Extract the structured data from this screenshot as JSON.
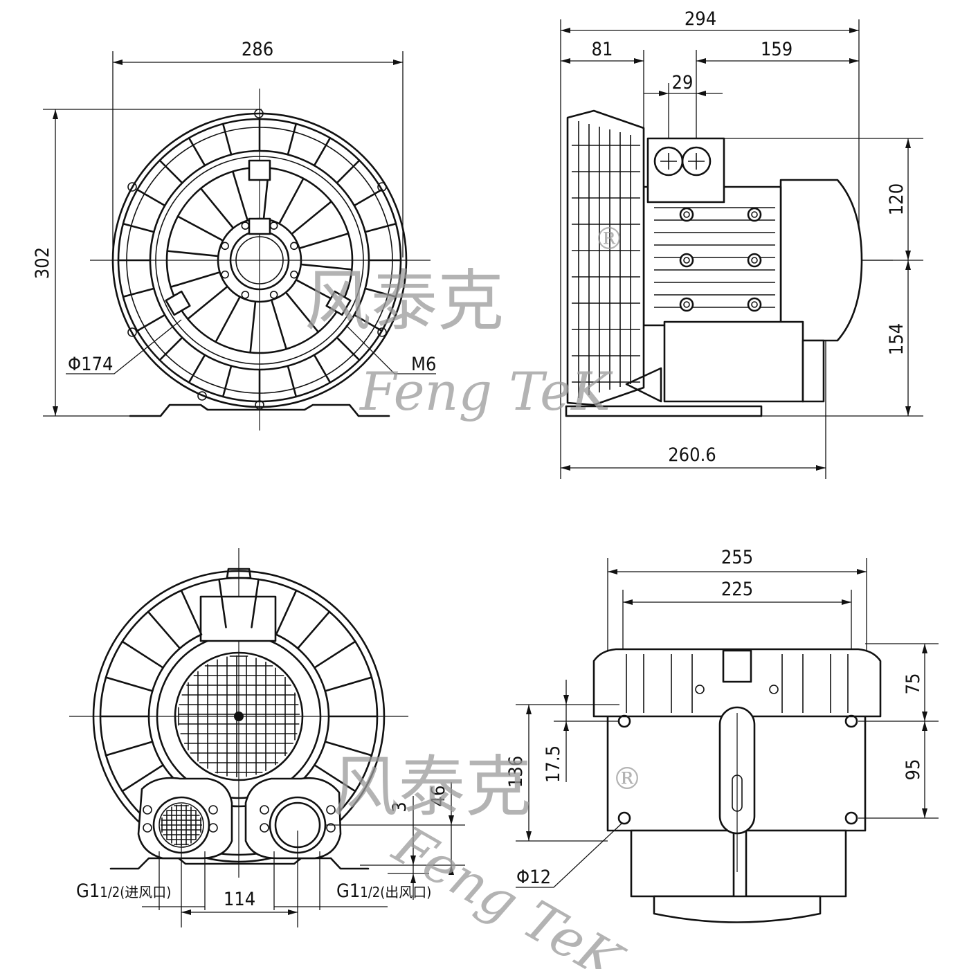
{
  "dimensions": {
    "front_width": "286",
    "front_height": "302",
    "front_diameter": "Φ174",
    "front_thread": "M6",
    "side_total": "294",
    "side_81": "81",
    "side_159": "159",
    "side_29": "29",
    "side_120": "120",
    "side_154": "154",
    "side_base": "260.6",
    "rear_114": "114",
    "rear_3": "3",
    "rear_46": "46",
    "rear_inlet_main": "G1",
    "rear_inlet_sup": "1/2",
    "rear_inlet_cn": "(进风口)",
    "rear_outlet_main": "G1",
    "rear_outlet_sup": "1/2",
    "rear_outlet_cn": "(出风口)",
    "bottom_255": "255",
    "bottom_225": "225",
    "bottom_75": "75",
    "bottom_95": "95",
    "bottom_136": "136",
    "bottom_17_5": "17.5",
    "bottom_hole": "Φ12"
  },
  "watermark": {
    "chinese_top": "风泰克",
    "chinese_bottom": "风泰克",
    "latin_top": "Feng TeK",
    "latin_bottom": "Feng TeK",
    "registered_top": "®",
    "registered_bottom": "®"
  }
}
